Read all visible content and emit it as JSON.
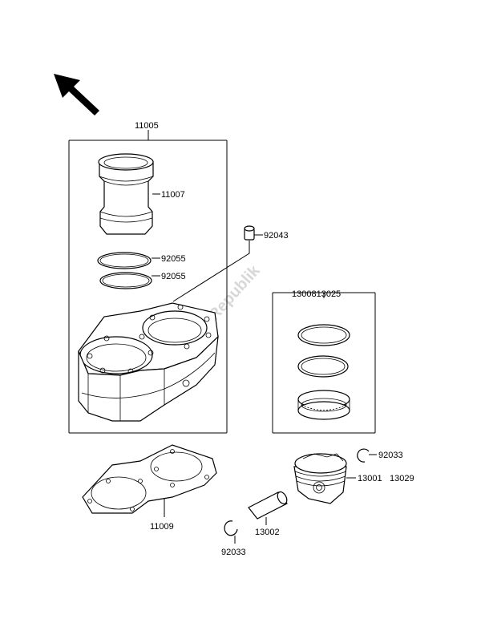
{
  "diagram": {
    "watermark": "PartsRepublik",
    "labels": {
      "cylinder_assembly": "11005",
      "cylinder_liner": "11007",
      "dowel_pin": "92043",
      "o_ring_upper": "92055",
      "o_ring_lower": "92055",
      "piston_ring_set": "1300813025",
      "circlip_right": "92033",
      "piston": "13001",
      "piston_alt": "13029",
      "head_gasket": "11009",
      "piston_pin": "13002",
      "circlip_left": "92033"
    }
  }
}
